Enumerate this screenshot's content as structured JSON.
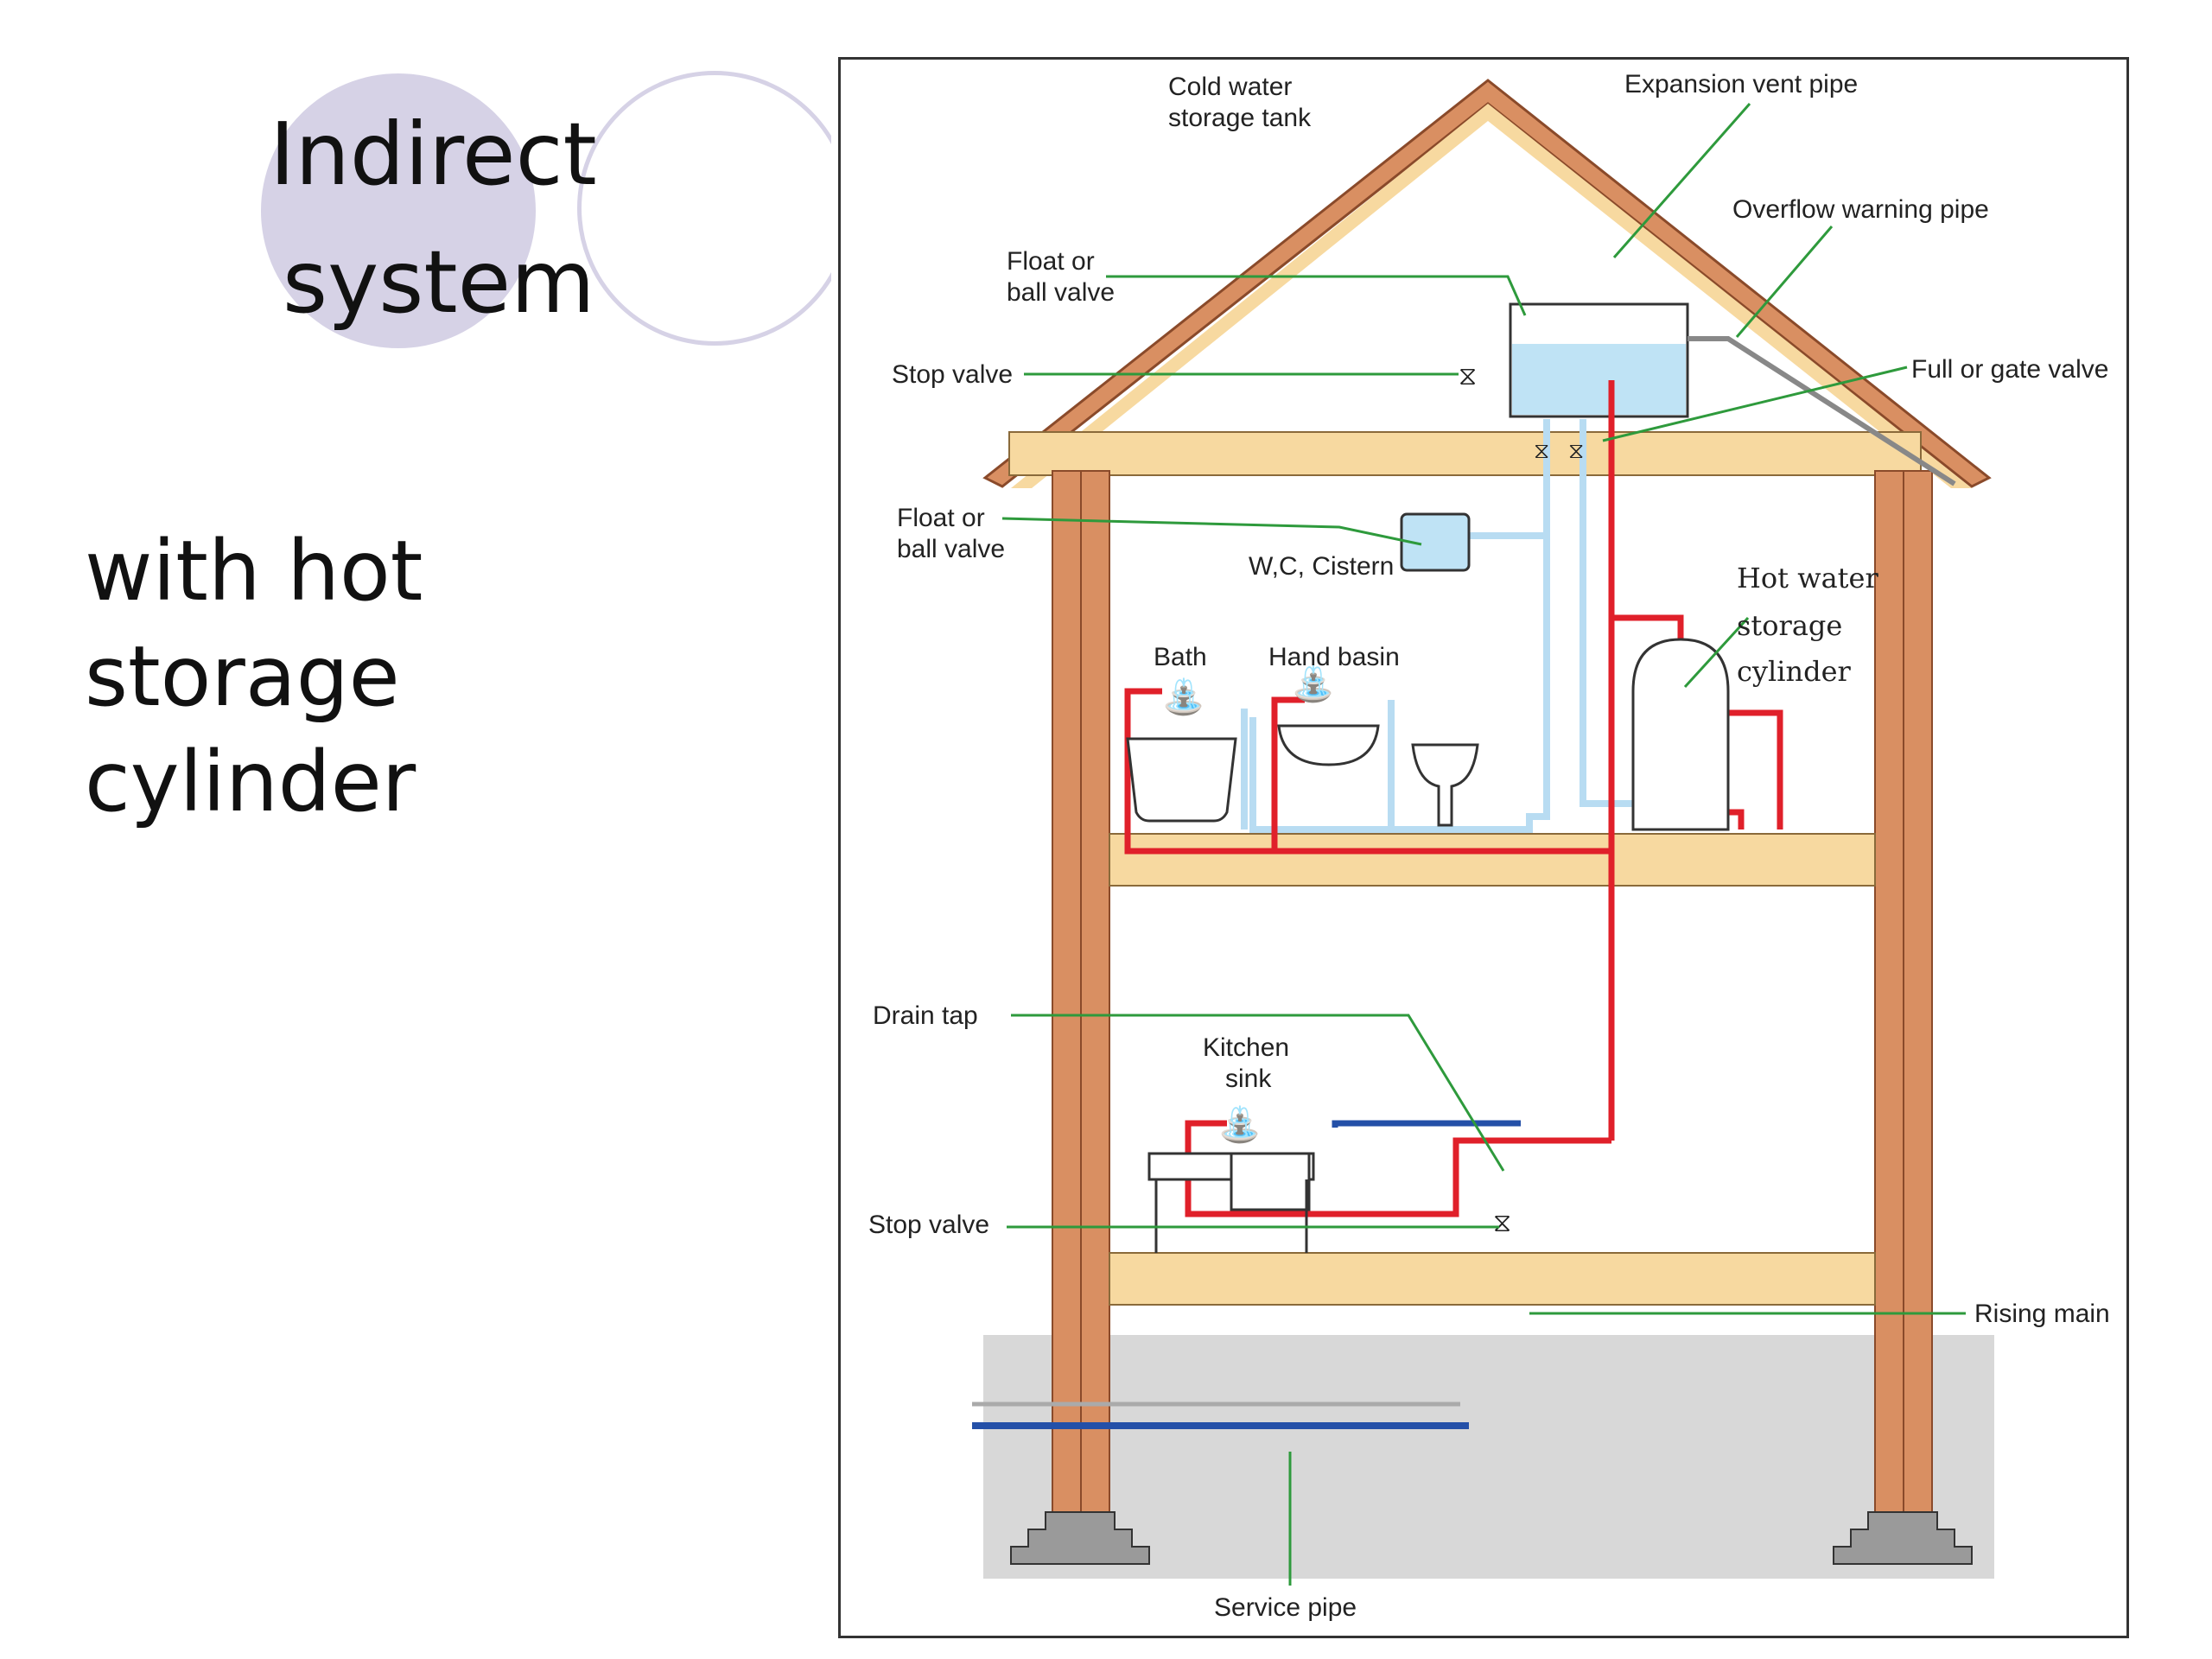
{
  "slide": {
    "title_line1": "Indirect",
    "title_line2": "system",
    "subtitle_line1": "with hot",
    "subtitle_line2": "storage",
    "subtitle_line3": "cylinder"
  },
  "diagram": {
    "labels": {
      "cold_water_tank_1": "Cold water",
      "cold_water_tank_2": "storage tank",
      "expansion_vent_pipe": "Expansion vent pipe",
      "overflow_warning_pipe": "Overflow warning pipe",
      "float_valve_top_1": "Float or",
      "float_valve_top_2": "ball valve",
      "stop_valve_top": "Stop valve",
      "full_or_gate_valve": "Full or gate valve",
      "float_valve_wc_1": "Float or",
      "float_valve_wc_2": "ball valve",
      "wc_cistern": "W,C, Cistern",
      "hot_water_cyl_1": "Hot water",
      "hot_water_cyl_2": "storage",
      "hot_water_cyl_3": "cylinder",
      "bath": "Bath",
      "hand_basin": "Hand basin",
      "drain_tap": "Drain tap",
      "kitchen_sink_1": "Kitchen",
      "kitchen_sink_2": "sink",
      "stop_valve_bottom": "Stop valve",
      "rising_main": "Rising main",
      "service_pipe": "Service pipe"
    },
    "colors": {
      "cold_mains": "#2450a8",
      "cold_feed": "#b8dcf2",
      "hot": "#e0202a",
      "leader": "#2e9a3c",
      "timber": "#f7d9a0",
      "brick": "#d98f62",
      "ground": "#d8d8d8",
      "water": "#bfe3f5"
    }
  }
}
